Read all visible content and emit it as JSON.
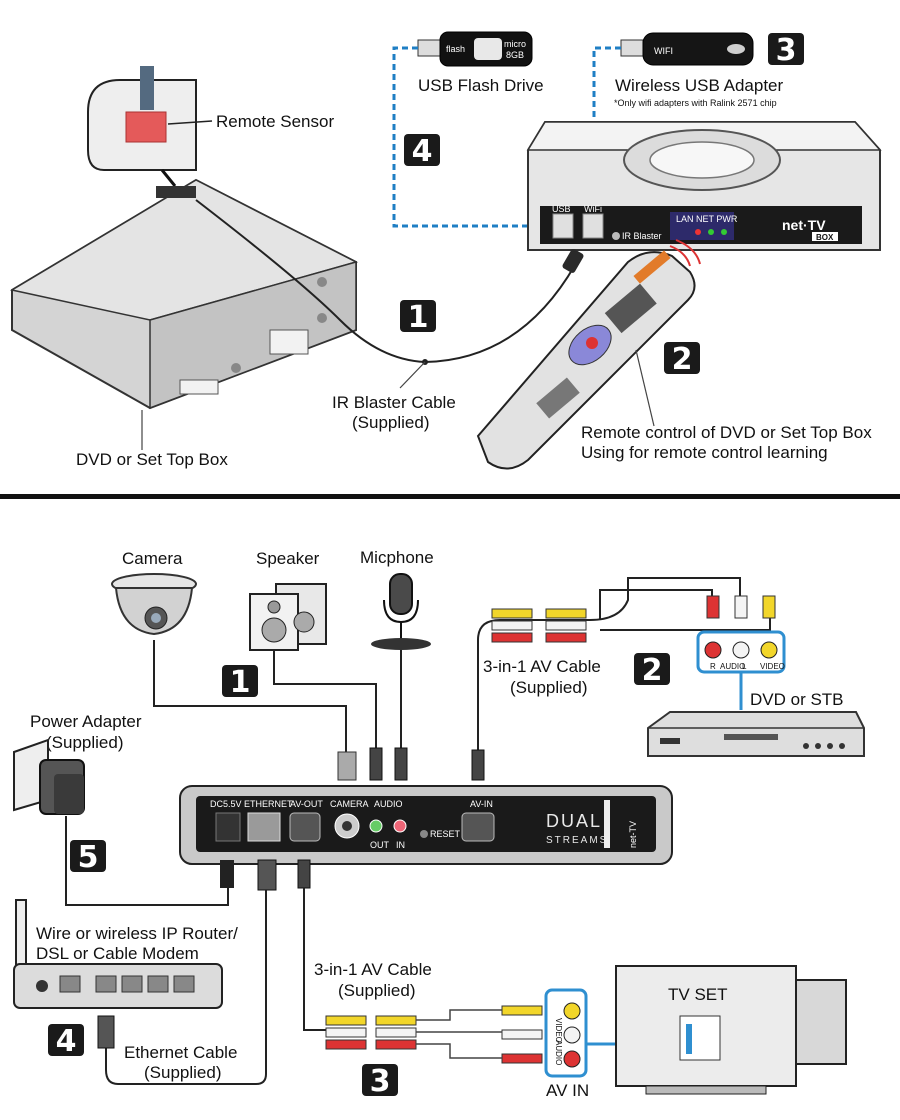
{
  "top": {
    "usb_flash_drive": "USB Flash Drive",
    "wireless_usb_adapter": "Wireless USB Adapter",
    "wifi_note": "*Only wifi adapters with Ralink 2571 chip",
    "remote_sensor": "Remote Sensor",
    "ir_cable_line1": "IR Blaster Cable",
    "ir_cable_line2": "(Supplied)",
    "dvd_stb": "DVD or Set Top Box",
    "remote_line1": "Remote control of DVD or Set Top Box",
    "remote_line2": "Using for remote control learning",
    "netbox_brand": "net·TV",
    "netbox_sub": "BOX",
    "flash_text": "flash",
    "flash_size_1": "micro",
    "flash_size_2": "8GB",
    "wifi_text": "WIFI",
    "ir_port": "IR Blaster",
    "leds": "LAN  NET  PWR",
    "usb_left": "USB",
    "usb_right": "WiFi",
    "badges": [
      "1",
      "2",
      "3",
      "4"
    ]
  },
  "bottom": {
    "camera": "Camera",
    "speaker": "Speaker",
    "micphone": "Micphone",
    "av_cable_line1": "3-in-1 AV Cable",
    "av_cable_line2": "(Supplied)",
    "dvd_stb": "DVD or STB",
    "jack_r": "R",
    "jack_audio": "AUDIO",
    "jack_l": "L",
    "jack_video": "VIDEO",
    "power_line1": "Power  Adapter",
    "power_line2": "(Supplied)",
    "panel_dc": "DC5.5V",
    "panel_ethernet": "ETHERNET",
    "panel_avout": "AV-OUT",
    "panel_camera": "CAMERA",
    "panel_audio": "AUDIO",
    "panel_out": "OUT",
    "panel_in": "IN",
    "panel_reset": "RESET",
    "panel_avin": "AV-IN",
    "brand_1": "DUAL",
    "brand_2": "STREAMS",
    "brand_3": "net-TV",
    "router_line1": "Wire or wireless IP Router/",
    "router_line2": "DSL or Cable Modem",
    "av_cable2_line1": "3-in-1 AV Cable",
    "av_cable2_line2": "(Supplied)",
    "tv_set": "TV  SET",
    "av_in": "AV IN",
    "tv_video": "VIDEO",
    "tv_audio": "AUDIO",
    "eth_line1": "Ethernet Cable",
    "eth_line2": "(Supplied)",
    "badges": [
      "1",
      "2",
      "3",
      "4",
      "5"
    ]
  }
}
